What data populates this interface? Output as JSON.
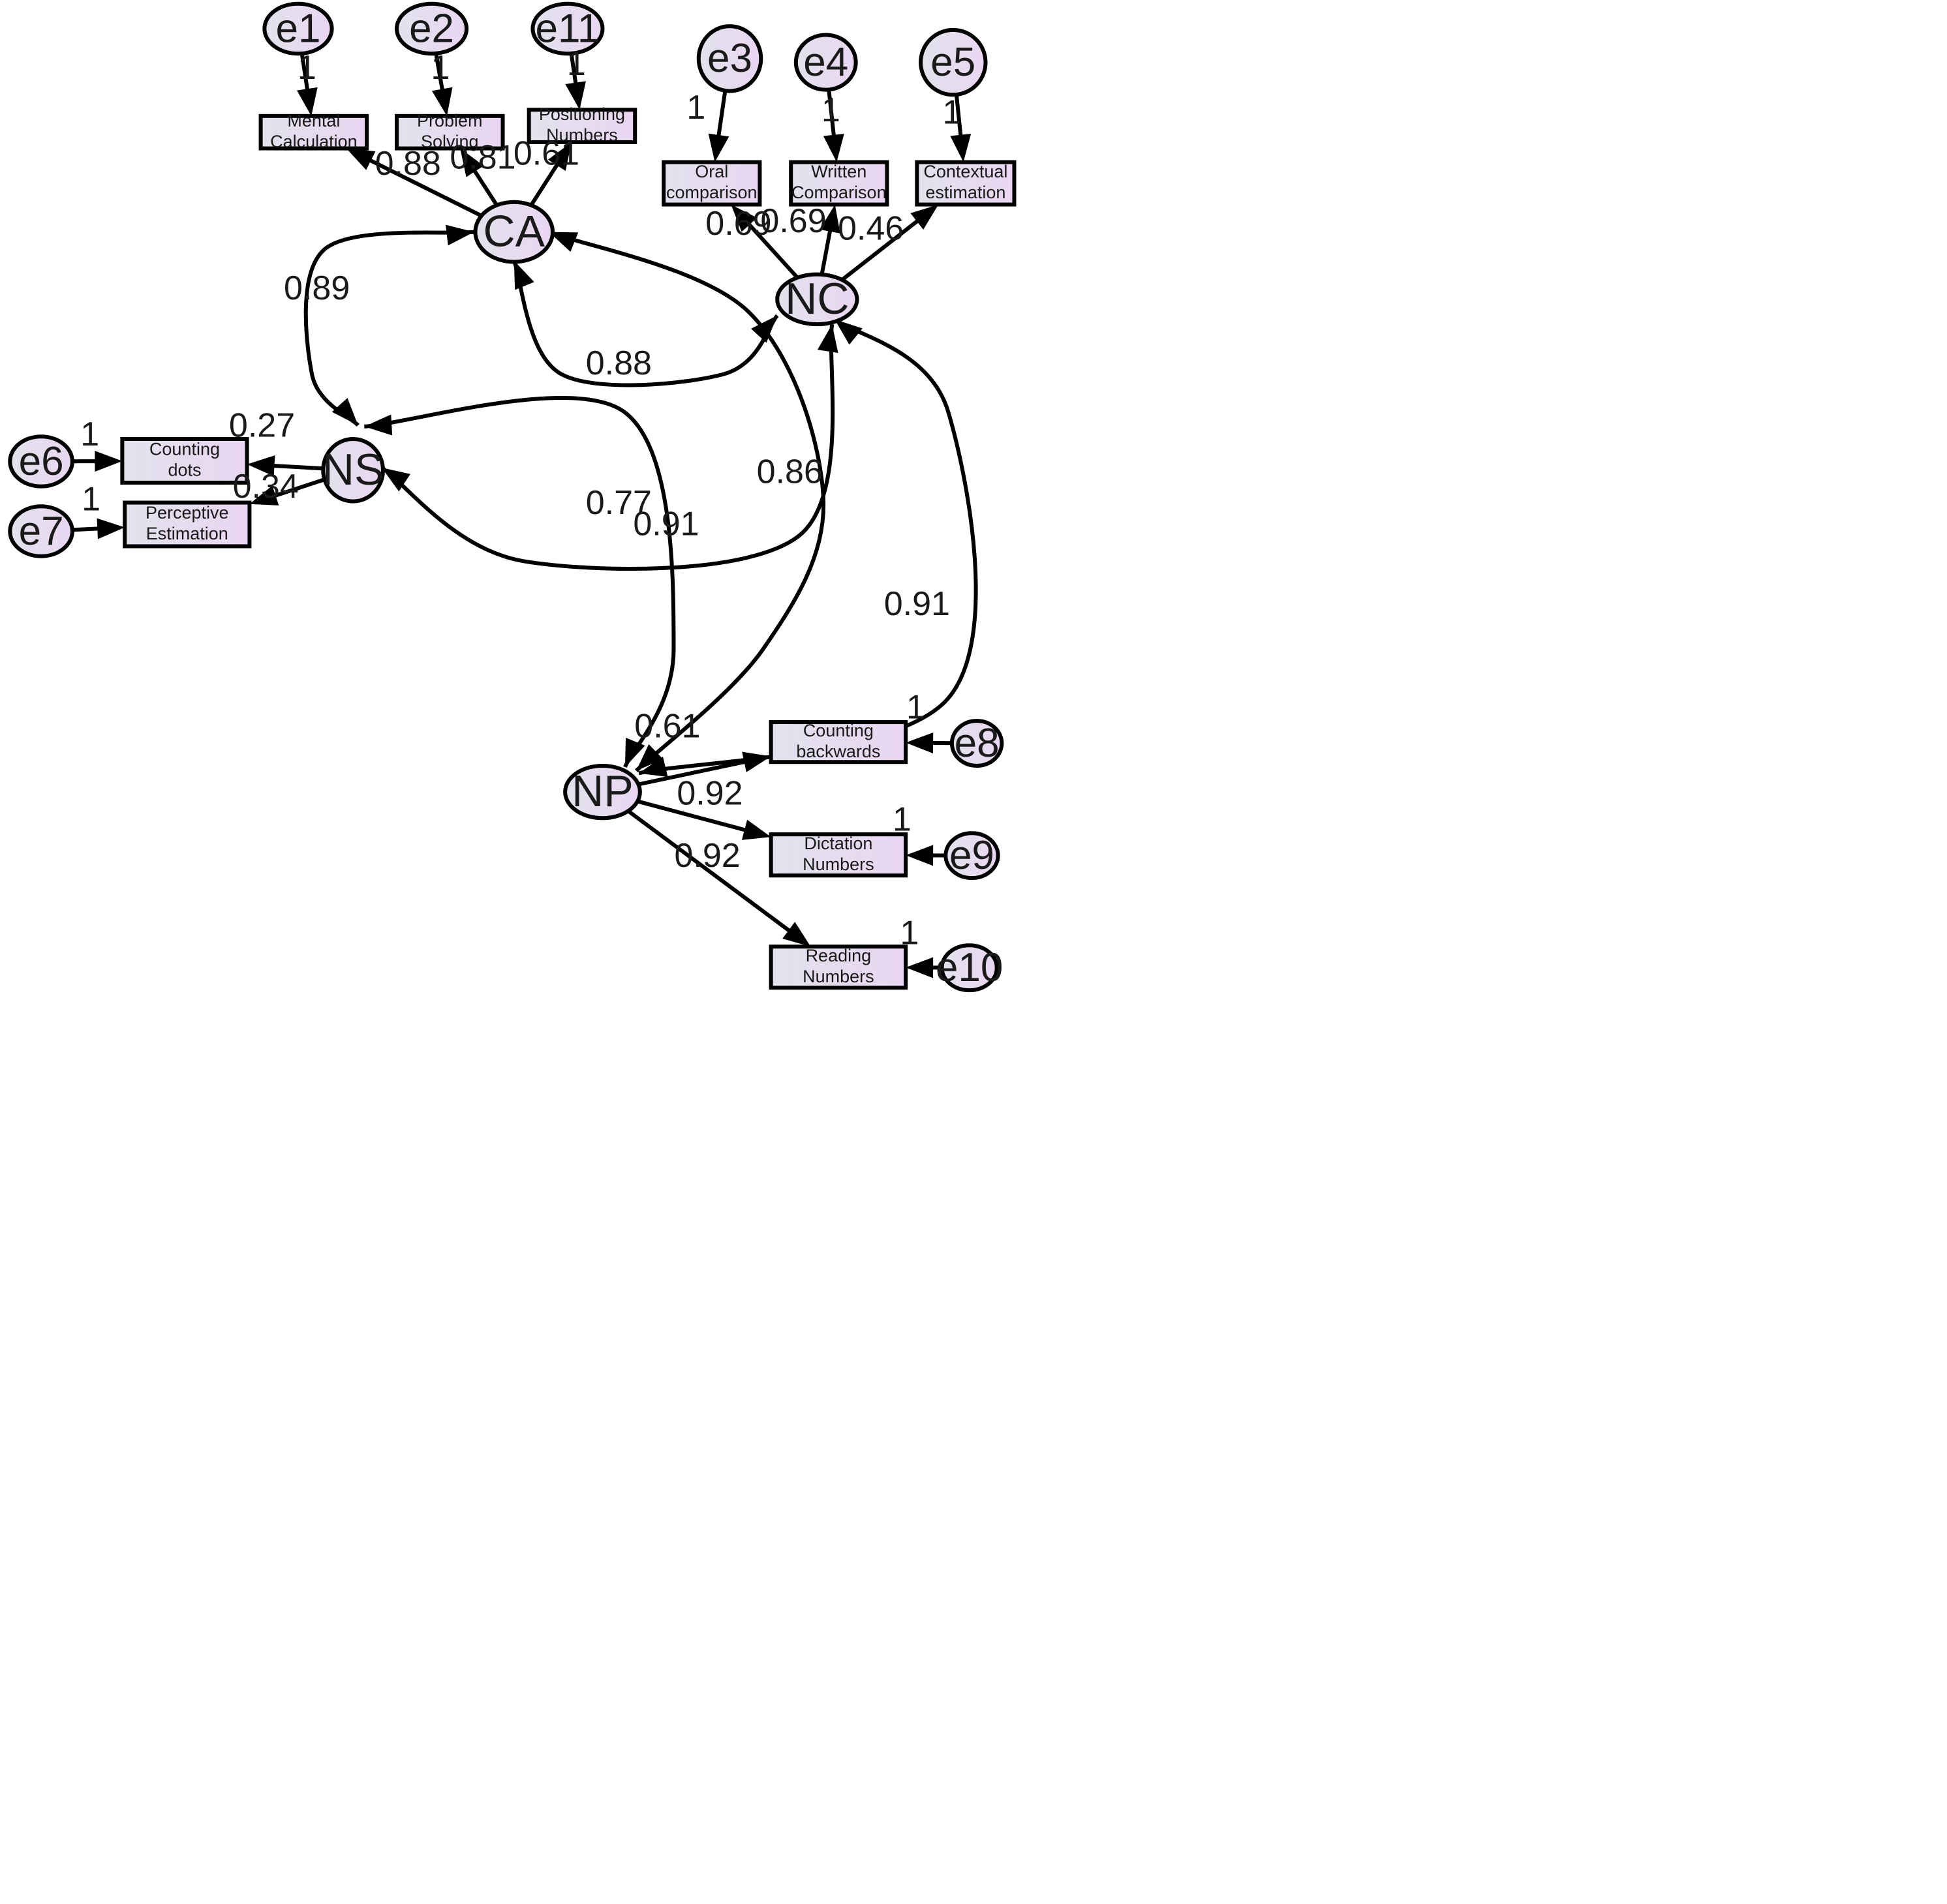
{
  "colors": {
    "fill_light": "#e2e2ec",
    "fill_pink": "#ead6f2",
    "stroke": "#000000",
    "text": "#1a1a1a"
  },
  "latents": [
    {
      "id": "CA",
      "label": "CA"
    },
    {
      "id": "NC",
      "label": "NC"
    },
    {
      "id": "NS",
      "label": "NS"
    },
    {
      "id": "NP",
      "label": "NP"
    }
  ],
  "errors": [
    {
      "id": "e1",
      "label": "e1"
    },
    {
      "id": "e2",
      "label": "e2"
    },
    {
      "id": "e11",
      "label": "e11"
    },
    {
      "id": "e3",
      "label": "e3"
    },
    {
      "id": "e4",
      "label": "e4"
    },
    {
      "id": "e5",
      "label": "e5"
    },
    {
      "id": "e6",
      "label": "e6"
    },
    {
      "id": "e7",
      "label": "e7"
    },
    {
      "id": "e8",
      "label": "e8"
    },
    {
      "id": "e9",
      "label": "e9"
    },
    {
      "id": "e10",
      "label": "e10"
    }
  ],
  "observed": [
    {
      "id": "mental",
      "lines": [
        "Mental",
        "Calculation"
      ]
    },
    {
      "id": "problem",
      "lines": [
        "Problem",
        "Solving"
      ]
    },
    {
      "id": "positioning",
      "lines": [
        "Positioning",
        "Numbers"
      ]
    },
    {
      "id": "oral",
      "lines": [
        "Oral",
        "comparison"
      ]
    },
    {
      "id": "written",
      "lines": [
        "Written",
        "Comparison"
      ]
    },
    {
      "id": "contextual",
      "lines": [
        "Contextual",
        "estimation"
      ]
    },
    {
      "id": "counting_dots",
      "lines": [
        "Counting",
        "dots"
      ]
    },
    {
      "id": "perceptive",
      "lines": [
        "Perceptive",
        "Estimation"
      ]
    },
    {
      "id": "counting_back",
      "lines": [
        "Counting",
        "backwards"
      ]
    },
    {
      "id": "dictation",
      "lines": [
        "Dictation",
        "Numbers"
      ]
    },
    {
      "id": "reading",
      "lines": [
        "Reading",
        "Numbers"
      ]
    }
  ],
  "error_paths": [
    {
      "from": "e1",
      "to": "mental",
      "label": "1"
    },
    {
      "from": "e2",
      "to": "problem",
      "label": "1"
    },
    {
      "from": "e11",
      "to": "positioning",
      "label": "1"
    },
    {
      "from": "e3",
      "to": "oral",
      "label": "1"
    },
    {
      "from": "e4",
      "to": "written",
      "label": "1"
    },
    {
      "from": "e5",
      "to": "contextual",
      "label": "1"
    },
    {
      "from": "e6",
      "to": "counting_dots",
      "label": "1"
    },
    {
      "from": "e7",
      "to": "perceptive",
      "label": "1"
    },
    {
      "from": "e8",
      "to": "counting_back",
      "label": "1"
    },
    {
      "from": "e9",
      "to": "dictation",
      "label": "1"
    },
    {
      "from": "e10",
      "to": "reading",
      "label": "1"
    }
  ],
  "loadings": [
    {
      "from": "CA",
      "to": "mental",
      "label": "0.88"
    },
    {
      "from": "CA",
      "to": "problem",
      "label": "0.81"
    },
    {
      "from": "CA",
      "to": "positioning",
      "label": "0.61"
    },
    {
      "from": "NC",
      "to": "oral",
      "label": "0.69"
    },
    {
      "from": "NC",
      "to": "written",
      "label": "0.69"
    },
    {
      "from": "NC",
      "to": "contextual",
      "label": "0.46"
    },
    {
      "from": "NS",
      "to": "counting_dots",
      "label": "0.27"
    },
    {
      "from": "NS",
      "to": "perceptive",
      "label": "0.34"
    },
    {
      "from": "NP",
      "to": "counting_back",
      "label": "0.61"
    },
    {
      "from": "NP",
      "to": "dictation",
      "label": "0.92"
    },
    {
      "from": "NP",
      "to": "reading",
      "label": "0.92"
    }
  ],
  "correlations": [
    {
      "a": "CA",
      "b": "NS",
      "label": "0.89"
    },
    {
      "a": "CA",
      "b": "NC",
      "label": "0.88"
    },
    {
      "a": "CA",
      "b": "NP",
      "label": "0.86"
    },
    {
      "a": "NS",
      "b": "NC",
      "label": "0.77"
    },
    {
      "a": "NS",
      "b": "NP",
      "label": "0.91"
    },
    {
      "a": "NC",
      "b": "NP",
      "label": "0.91"
    }
  ]
}
